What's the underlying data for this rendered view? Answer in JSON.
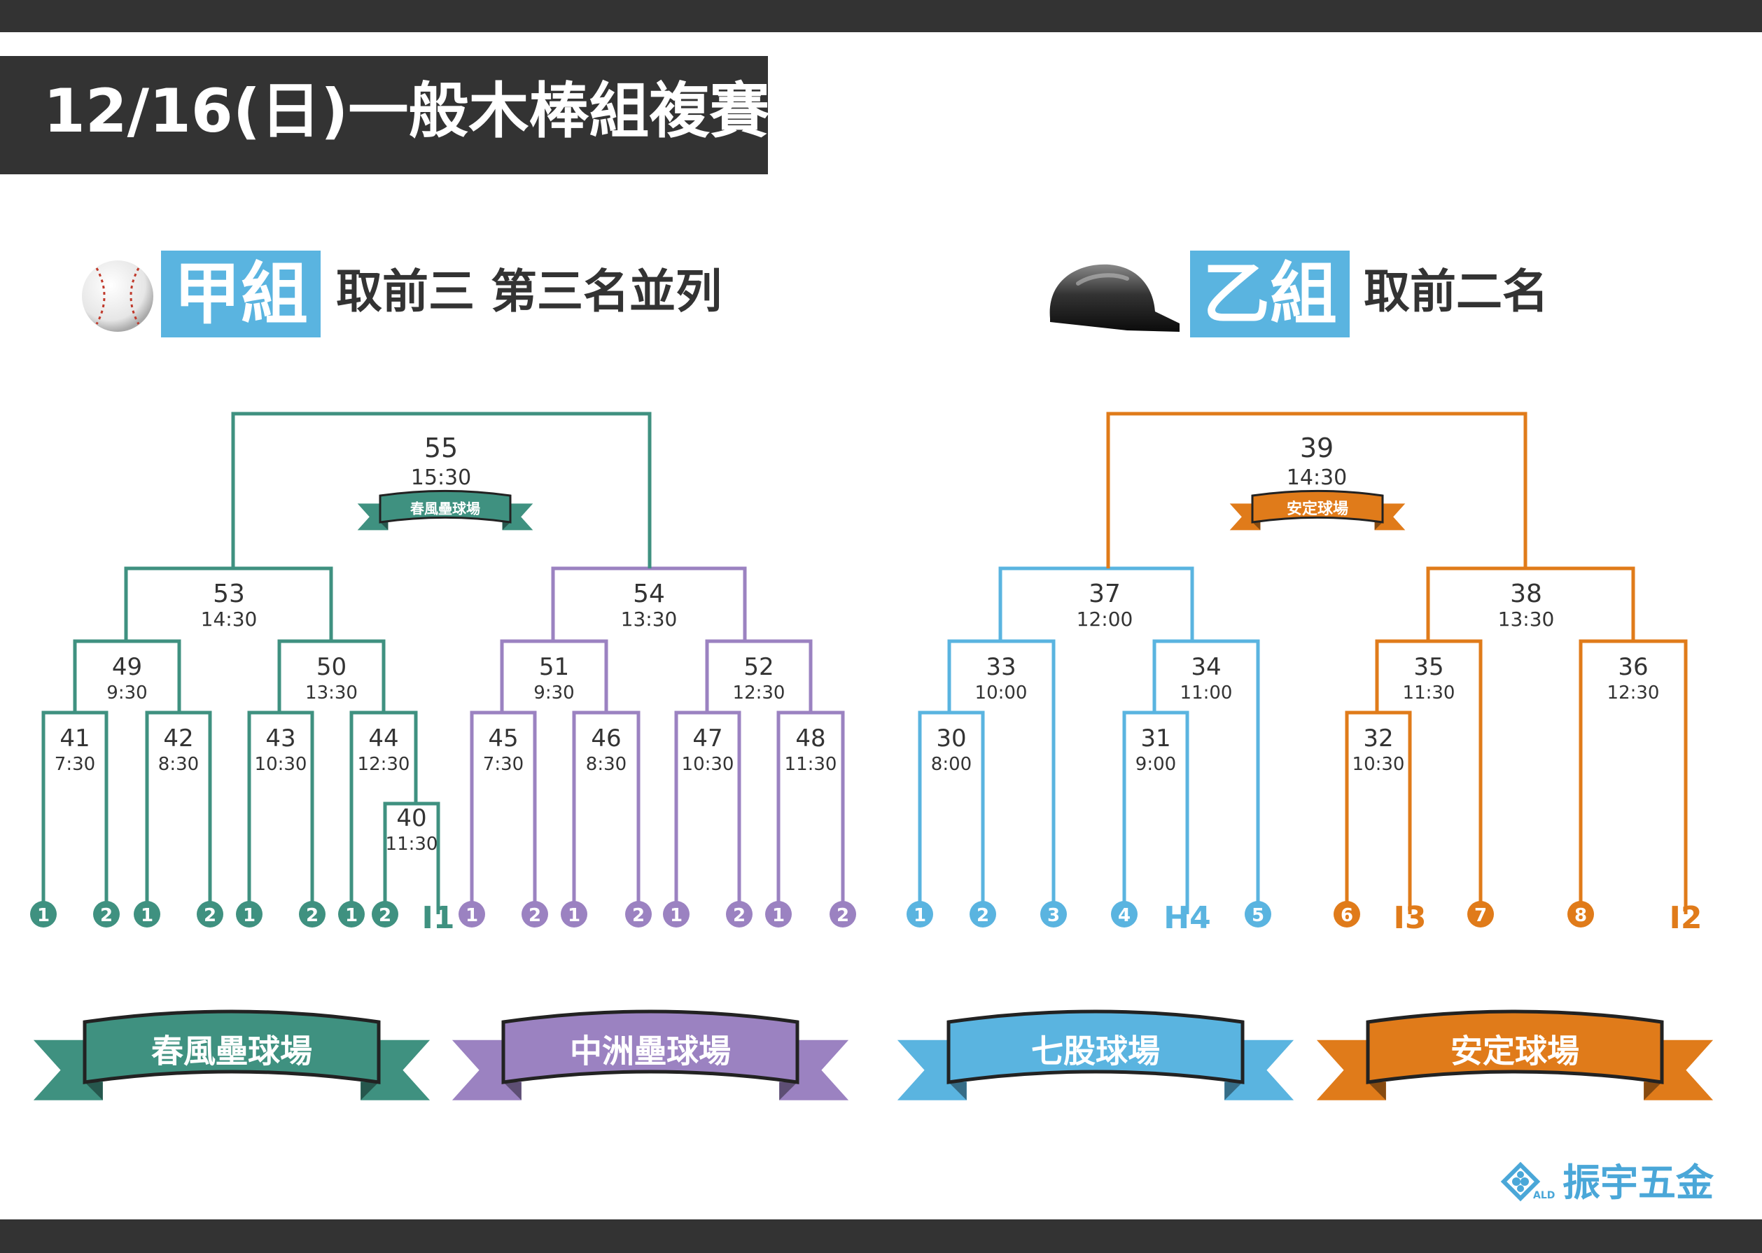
{
  "page_title": "12/16(日)一般木棒組複賽",
  "groups": {
    "a": {
      "name": "甲組",
      "note": "取前三 第三名並列"
    },
    "b": {
      "name": "乙組",
      "note": "取前二名"
    }
  },
  "colors": {
    "teal": "#3f9180",
    "purple": "#9b82c1",
    "blue": "#5ab4e0",
    "orange": "#e07b1a",
    "dark": "#333333"
  },
  "bracket_a": {
    "final": {
      "game": "55",
      "time": "15:30",
      "venue": "春風壘球場"
    },
    "semis": [
      {
        "game": "53",
        "time": "14:30"
      },
      {
        "game": "54",
        "time": "13:30"
      }
    ],
    "quarters": [
      {
        "game": "49",
        "time": "9:30"
      },
      {
        "game": "50",
        "time": "13:30"
      },
      {
        "game": "51",
        "time": "9:30"
      },
      {
        "game": "52",
        "time": "12:30"
      }
    ],
    "first_round": [
      {
        "game": "41",
        "time": "7:30"
      },
      {
        "game": "42",
        "time": "8:30"
      },
      {
        "game": "43",
        "time": "10:30"
      },
      {
        "game": "44",
        "time": "12:30"
      },
      {
        "game": "45",
        "time": "7:30"
      },
      {
        "game": "46",
        "time": "8:30"
      },
      {
        "game": "47",
        "time": "10:30"
      },
      {
        "game": "48",
        "time": "11:30"
      }
    ],
    "play_in": {
      "game": "40",
      "time": "11:30"
    },
    "seeds": [
      "1",
      "2",
      "1",
      "2",
      "1",
      "2",
      "1",
      "2",
      "I1",
      "1",
      "2",
      "1",
      "2",
      "1",
      "2",
      "1",
      "2"
    ]
  },
  "bracket_b": {
    "final": {
      "game": "39",
      "time": "14:30",
      "venue": "安定球場"
    },
    "semis": [
      {
        "game": "37",
        "time": "12:00"
      },
      {
        "game": "38",
        "time": "13:30"
      }
    ],
    "quarters": [
      {
        "game": "33",
        "time": "10:00"
      },
      {
        "game": "34",
        "time": "11:00"
      },
      {
        "game": "35",
        "time": "11:30"
      },
      {
        "game": "36",
        "time": "12:30"
      }
    ],
    "first_round": [
      {
        "game": "30",
        "time": "8:00"
      },
      {
        "game": "31",
        "time": "9:00"
      },
      {
        "game": "32",
        "time": "10:30"
      }
    ],
    "seeds": [
      "1",
      "2",
      "3",
      "4",
      "H4",
      "5",
      "6",
      "I3",
      "7",
      "8",
      "I2"
    ]
  },
  "venues": [
    {
      "name": "春風壘球場",
      "color": "#3f9180"
    },
    {
      "name": "中洲壘球場",
      "color": "#9b82c1"
    },
    {
      "name": "七股球場",
      "color": "#5ab4e0"
    },
    {
      "name": "安定球場",
      "color": "#e07b1a"
    }
  ],
  "icons": {
    "group_a": "baseball-icon",
    "group_b": "batting-helmet-icon",
    "logo": "hardware-logo-icon"
  },
  "logo_text": "振宇五金"
}
